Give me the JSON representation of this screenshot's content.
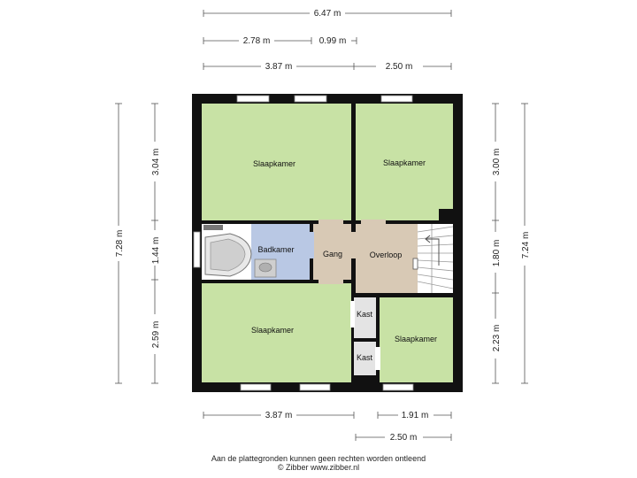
{
  "colors": {
    "bedroom": "#c8e2a5",
    "bathroom": "#b9c8e4",
    "hall": "#d8c9b5",
    "closet": "#e4e4e4",
    "wall": "#111111",
    "dim_line": "#555555"
  },
  "dimensions": {
    "top_total": "6.47 m",
    "top_a": "2.78 m",
    "top_b": "0.99 m",
    "top_c": "3.87 m",
    "top_d": "2.50 m",
    "left_total": "7.28 m",
    "left_a": "3.04 m",
    "left_b": "1.44 m",
    "left_c": "2.59 m",
    "right_total": "7.24 m",
    "right_a": "3.00 m",
    "right_b": "1.80 m",
    "right_c": "2.23 m",
    "bottom_a": "3.87 m",
    "bottom_b": "1.91 m",
    "bottom_c": "2.50 m"
  },
  "rooms": {
    "bedroom_top_left": "Slaapkamer",
    "bedroom_top_right": "Slaapkamer",
    "bathroom": "Badkamer",
    "hall": "Gang",
    "landing": "Overloop",
    "bedroom_bottom_left": "Slaapkamer",
    "closet_1": "Kast",
    "closet_2": "Kast",
    "bedroom_bottom_right": "Slaapkamer"
  },
  "footer": {
    "line1": "Aan de plattegronden kunnen geen rechten worden ontleend",
    "line2": "© Zibber www.zibber.nl"
  }
}
